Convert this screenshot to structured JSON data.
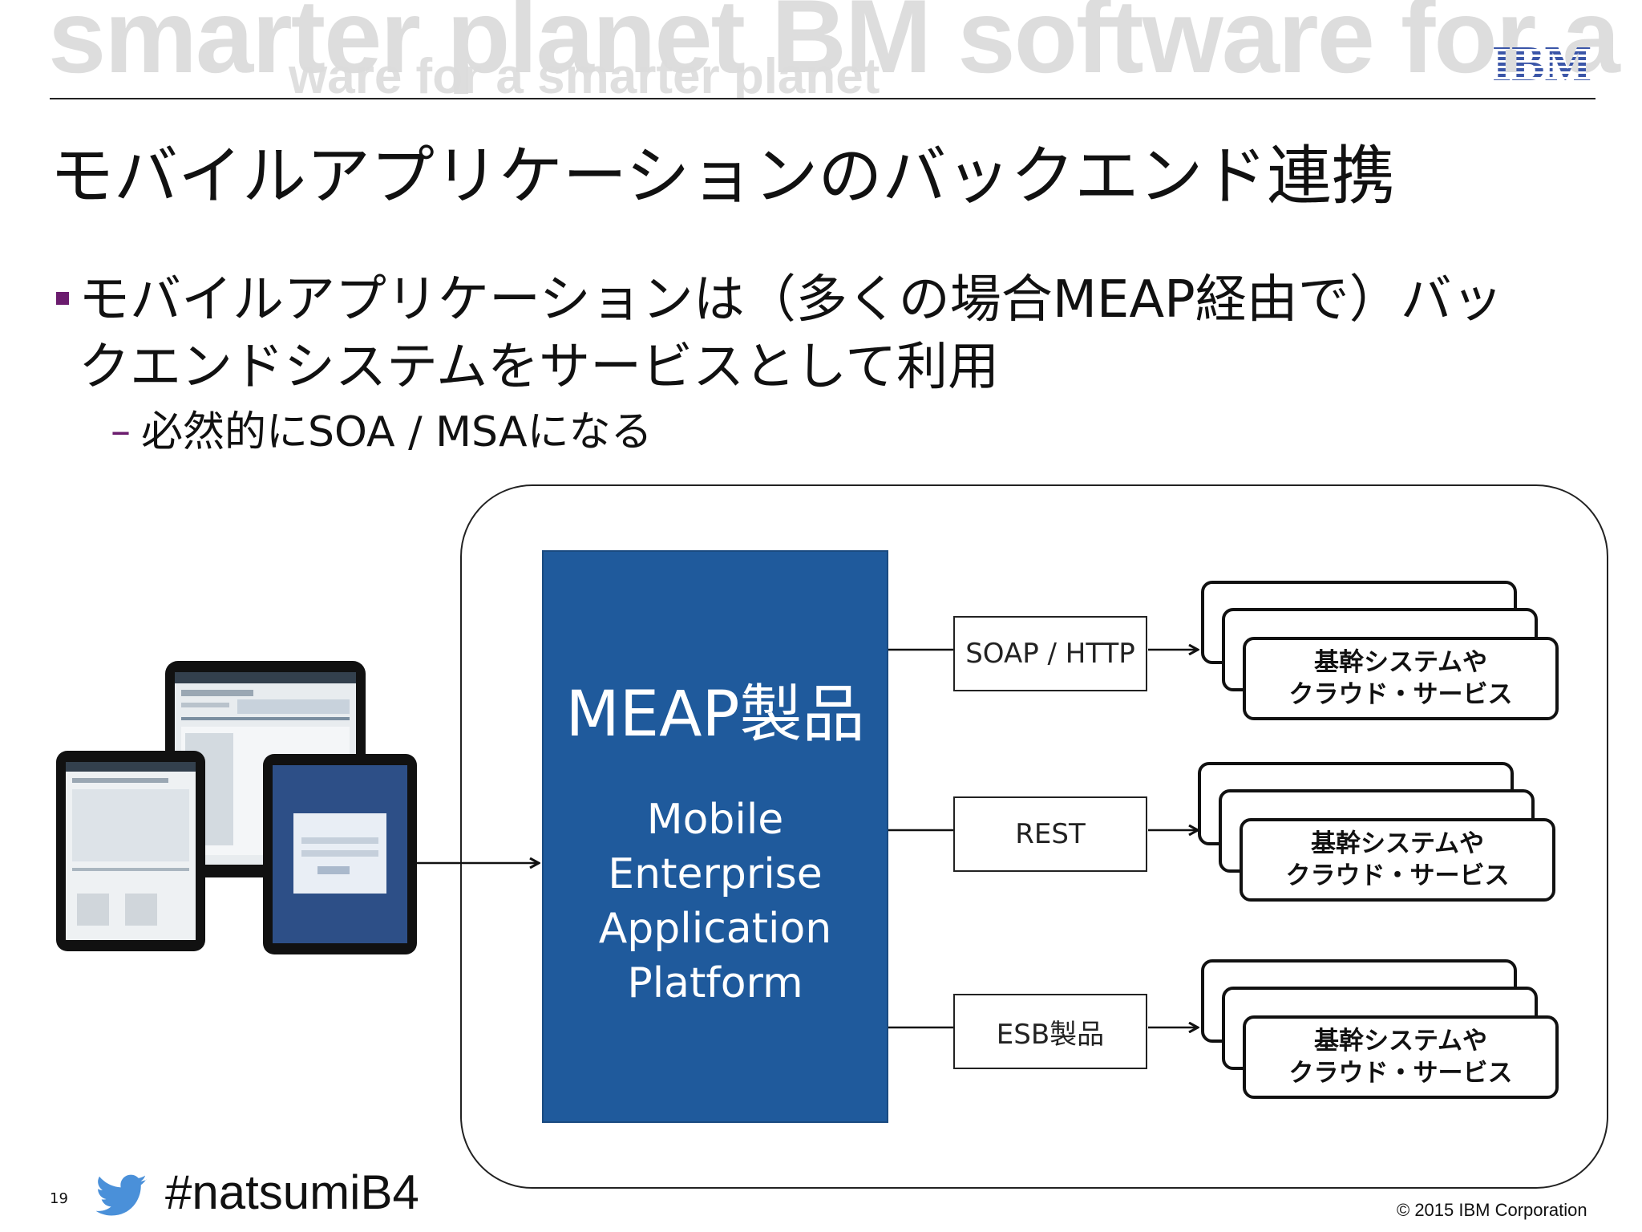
{
  "header": {
    "background_text": "smarter planet BM software for a smarter planet",
    "background_subtext": "ware for a smarter planet",
    "logo": "IBM"
  },
  "title": "モバイルアプリケーションのバックエンド連携",
  "bullets": [
    {
      "text": "モバイルアプリケーションは（多くの場合MEAP経由で）バックエンドシステムをサービスとして利用",
      "sub": "必然的にSOA / MSAになる"
    }
  ],
  "diagram": {
    "meap": {
      "title": "MEAP製品",
      "description_lines": [
        "Mobile",
        "Enterprise",
        "Application",
        "Platform"
      ]
    },
    "protocols": [
      {
        "label": "SOAP / HTTP",
        "target_line1": "基幹システムや",
        "target_line2": "クラウド・サービス"
      },
      {
        "label": "REST",
        "target_line1": "基幹システムや",
        "target_line2": "クラウド・サービス"
      },
      {
        "label": "ESB製品",
        "target_line1": "基幹システムや",
        "target_line2": "クラウド・サービス"
      }
    ]
  },
  "footer": {
    "page_number": "19",
    "hashtag": "#natsumiB4",
    "copyright": "© 2015 IBM Corporation"
  },
  "colors": {
    "meap_blue": "#1f5a9c",
    "bullet_purple": "#6b1c6e"
  }
}
